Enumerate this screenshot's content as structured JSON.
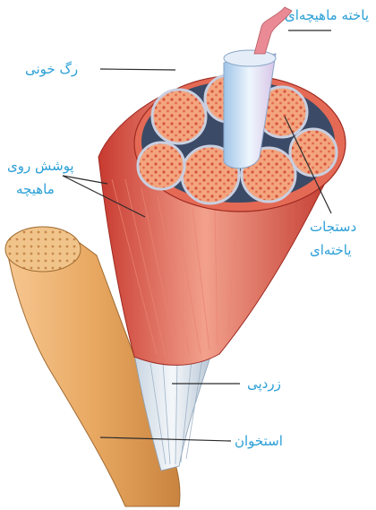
{
  "labels": {
    "muscle_cell": "یاخته ماهیچه‌ای",
    "blood_vessel": "رگ خونی",
    "muscle_sheath_line1": "پوشش روی",
    "muscle_sheath_line2": "ماهیچه",
    "cell_bundles_line1": "دستجات",
    "cell_bundles_line2": "یاخته‌ای",
    "tendon": "زردپی",
    "bone": "استخوان"
  },
  "colors": {
    "label_text": "#2a9fd6",
    "leader_line": "#2b2b2b",
    "muscle_red": "#d9483b",
    "muscle_dark": "#b5302a",
    "fascicle_fill": "#f2a27a",
    "bone": "#e8b070",
    "tendon": "#dfe6ee"
  }
}
